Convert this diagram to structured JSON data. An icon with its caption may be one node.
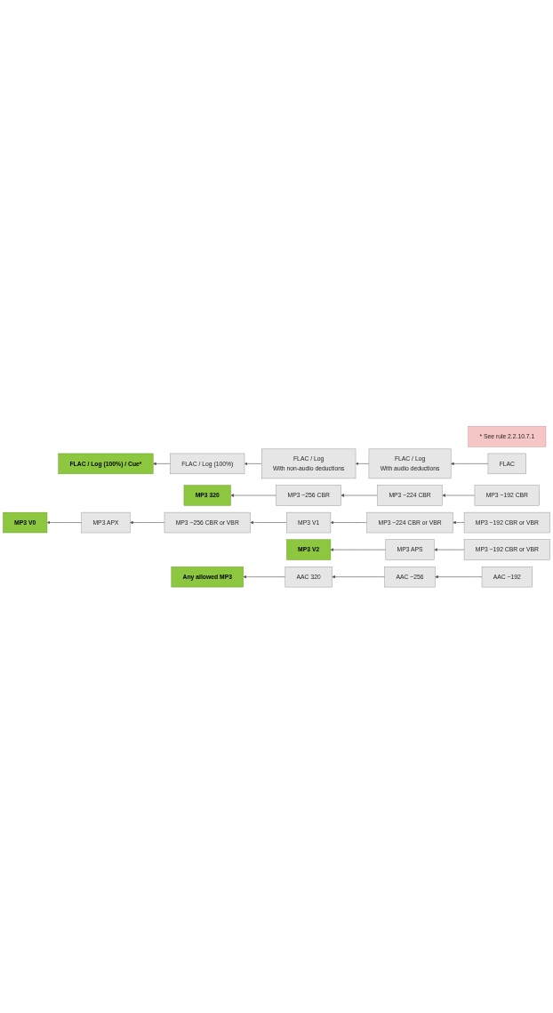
{
  "diagram": {
    "nodes": [
      {
        "text": [
          "Any allowed MP3"
        ]
      },
      {
        "text": [
          "AAC 320"
        ]
      },
      {
        "text": [
          "AAC ~256"
        ]
      },
      {
        "text": [
          "AAC ~192"
        ]
      },
      {
        "text": [
          "MP3 V2"
        ]
      },
      {
        "text": [
          "MP3 APS"
        ]
      },
      {
        "text": [
          "MP3 ~192 CBR or VBR"
        ]
      },
      {
        "text": [
          "MP3 V0"
        ]
      },
      {
        "text": [
          "MP3 APX"
        ]
      },
      {
        "text": [
          "MP3 ~256 CBR or VBR"
        ]
      },
      {
        "text": [
          "MP3 V1"
        ]
      },
      {
        "text": [
          "MP3 ~224 CBR or VBR"
        ]
      },
      {
        "text": [
          "MP3 ~192 CBR or VBR"
        ]
      },
      {
        "text": [
          "MP3 320"
        ]
      },
      {
        "text": [
          "MP3 ~256 CBR"
        ]
      },
      {
        "text": [
          "MP3 ~224 CBR"
        ]
      },
      {
        "text": [
          "MP3 ~192 CBR"
        ]
      },
      {
        "text": [
          "FLAC / Log (100%) / Cue*"
        ]
      },
      {
        "text": [
          "FLAC / Log (100%)"
        ]
      },
      {
        "text": [
          "FLAC / Log",
          "With non-audio deductions"
        ]
      },
      {
        "text": [
          "FLAC / Log",
          "With audio deductions"
        ]
      },
      {
        "text": [
          "FLAC"
        ]
      },
      {
        "text": [
          "* See rule 2.2.10.7.1"
        ]
      }
    ],
    "edges": [
      {
        "from": 1,
        "to": 0,
        "arrow": "to"
      },
      {
        "from": 2,
        "to": 1,
        "arrow": "to"
      },
      {
        "from": 3,
        "to": 2,
        "arrow": "to"
      },
      {
        "from": 5,
        "to": 4,
        "arrow": "to"
      },
      {
        "from": 6,
        "to": 5,
        "arrow": "to"
      },
      {
        "from": 8,
        "to": 7,
        "arrow": "to"
      },
      {
        "from": 9,
        "to": 8,
        "arrow": "to"
      },
      {
        "from": 10,
        "to": 9,
        "arrow": "to"
      },
      {
        "from": 11,
        "to": 10,
        "arrow": "to"
      },
      {
        "from": 12,
        "to": 11,
        "arrow": "to"
      },
      {
        "from": 14,
        "to": 13,
        "arrow": "to"
      },
      {
        "from": 15,
        "to": 14,
        "arrow": "to"
      },
      {
        "from": 16,
        "to": 15,
        "arrow": "to"
      },
      {
        "from": 18,
        "to": 17,
        "arrow": "to"
      },
      {
        "from": 19,
        "to": 18,
        "arrow": "to"
      },
      {
        "from": 20,
        "to": 19,
        "arrow": "to"
      },
      {
        "from": 21,
        "to": 20,
        "arrow": "to"
      }
    ]
  }
}
